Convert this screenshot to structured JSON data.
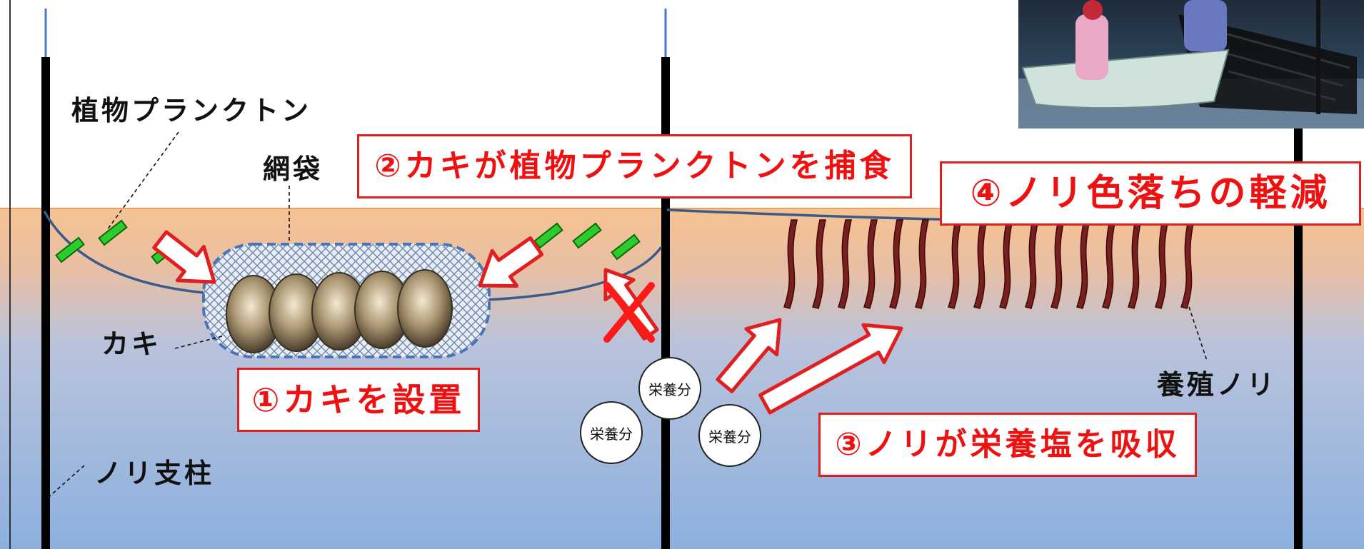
{
  "labels": {
    "phytoplankton": "植物プランクトン",
    "net_bag": "網袋",
    "oyster": "カキ",
    "nori_pole": "ノリ支柱",
    "cultured_nori": "養殖ノリ"
  },
  "steps": {
    "step1": "①カキを設置",
    "step2": "②カキが植物プランクトンを捕食",
    "step3": "③ノリが栄養塩を吸収",
    "step4": "④ノリ色落ちの軽減"
  },
  "nutrients": [
    "栄養分",
    "栄養分",
    "栄養分"
  ],
  "colors": {
    "water_surface": "#f5c08e",
    "water_deep": "#8eb0de",
    "accent_red": "#e02020",
    "plankton_green": "#22bb22",
    "pole_black": "#000000",
    "rope_blue": "#3a5a8c"
  }
}
